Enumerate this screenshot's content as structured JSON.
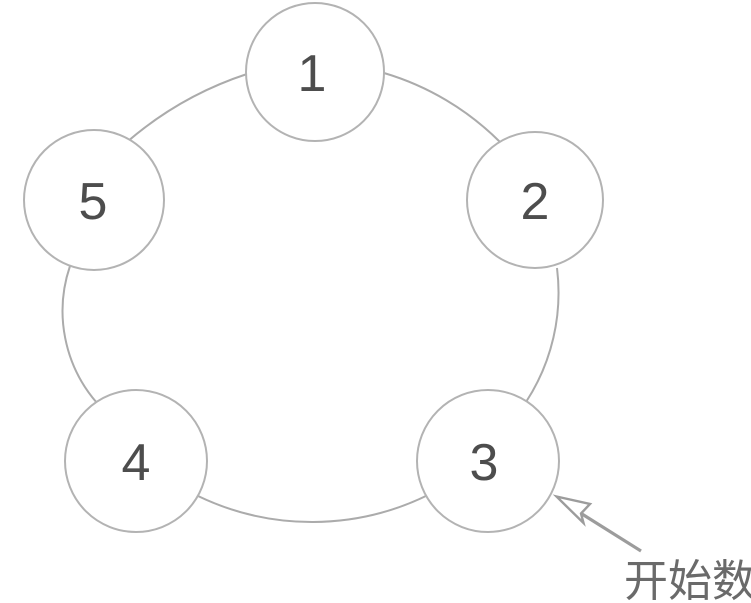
{
  "colors": {
    "background": "#ffffff",
    "ring": "#ababab",
    "node_fill": "#ffffff",
    "node_border": "#b3b3b3",
    "node_label": "#4d4d4d",
    "arrow": "#9c9c9c",
    "arrowhead_fill": "#ffffff",
    "annotation_text": "#6a6a6a"
  },
  "ring": {
    "nodes": [
      {
        "label": "1"
      },
      {
        "label": "2"
      },
      {
        "label": "3"
      },
      {
        "label": "4"
      },
      {
        "label": "5"
      }
    ]
  },
  "annotation": {
    "label": "开始数",
    "arrow_icon": "arrow-up-left-icon",
    "points_to_node": "3"
  }
}
